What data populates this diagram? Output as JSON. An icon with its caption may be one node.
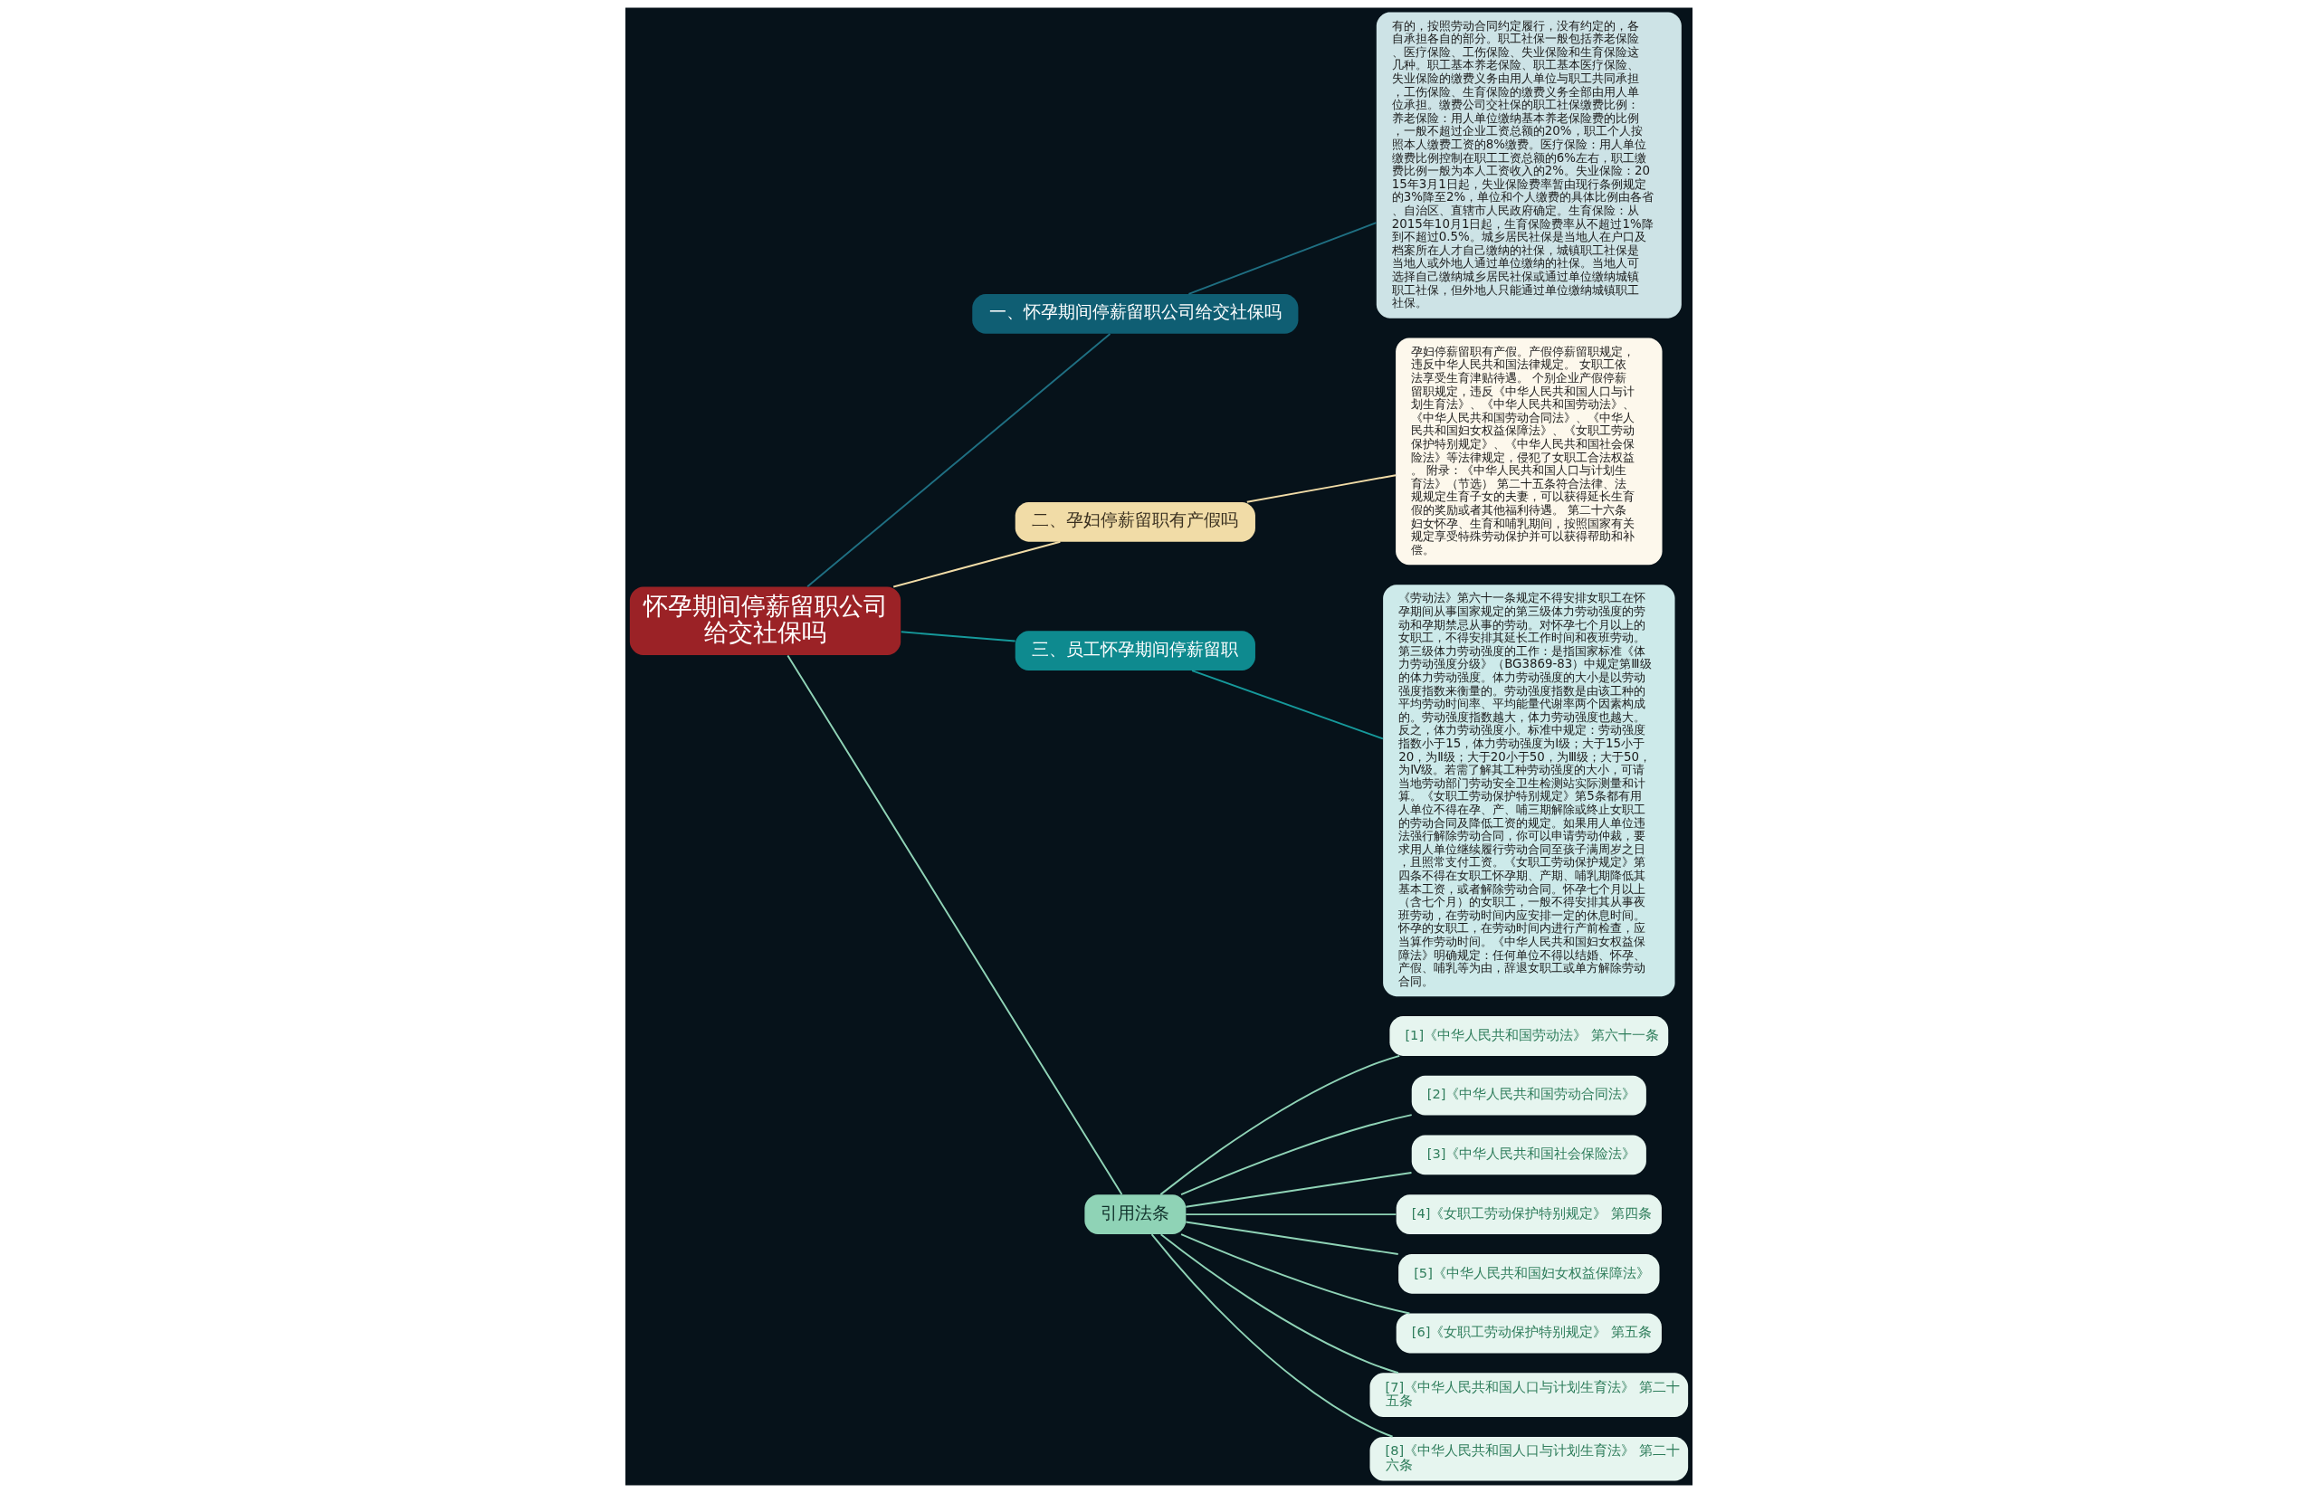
{
  "diagram": {
    "nodes": [
      {
        "text": [
          "怀孕期间停薪留职公司给交社保吗"
        ]
      },
      {
        "text": [
          "一、怀孕期间停薪留职公司给交社保吗"
        ]
      },
      {
        "text": [
          "有的，按照劳动合同约定履行，没有约定的，各自承担各自的部分。职工社保一般包括养老保险、医疗保险、工伤保险、失业保险和生育保险这几种。职工基本养老保险、职工基本医疗保险、失业保险的缴费义务由用人单位与职工共同承担，工伤保险、生育保险的缴费义务全部由用人单位承担。缴费公司交社保的职工社保缴费比例：养老保险：用人单位缴纳基本养老保险费的比例，一般不超过企业工资总额的20%，职工个人按照本人缴费工资的8%缴费。医疗保险：用人单位缴费比例控制在职工工资总额的6%左右，职工缴费比例一般为本人工资收入的2%。失业保险：2015年3月1日起，失业保险费率暂由现行条例规定的3%降至2%，单位和个人缴费的具体比例由各省、自治区、直辖市人民政府确定。生育保险：从2015年10月1日起，生育保险费率从不超过1%降到不超过0.5%。城乡居民社保是当地人在户口及档案所在人才自己缴纳的社保，城镇职工社保是当地人或外地人通过单位缴纳的社保。当地人可选择自己缴纳城乡居民社保或通过单位缴纳城镇职工社保，但外地人只能通过单位缴纳城镇职工社保。"
        ]
      },
      {
        "text": [
          "二、孕妇停薪留职有产假吗"
        ]
      },
      {
        "text": [
          "孕妇停薪留职有产假。产假停薪留职规定，违反中华人民共和国法律规定。 女职工依法享受生育津贴待遇。 个别企业产假停薪留职规定，违反《中华人民共和国人口与计划生育法》、《中华人民共和国劳动法》、《中华人民共和国劳动合同法》、《中华人民共和国妇女权益保障法》、《女职工劳动保护特别规定》、《中华人民共和国社会保险法》等法律规定，侵犯了女职工合法权益。 附录：《中华人民共和国人口与计划生育法》（节选） 第二十五条符合法律、法规规定生育子女的夫妻，可以获得延长生育假的奖励或者其他福利待遇。 第二十六条妇女怀孕、生育和哺乳期间，按照国家有关规定享受特殊劳动保护并可以获得帮助和补偿。"
        ]
      },
      {
        "text": [
          "三、员工怀孕期间停薪留职"
        ]
      },
      {
        "text": [
          "《劳动法》第六十一条规定不得安排女职工在怀孕期间从事国家规定的第三级体力劳动强度的劳动和孕期禁忌从事的劳动。对怀孕七个月以上的女职工，不得安排其延长工作时间和夜班劳动。第三级体力劳动强度的工作：是指国家标准《体力劳动强度分级》（BG3869-83）中规定第Ⅲ级的体力劳动强度。体力劳动强度的大小是以劳动强度指数来衡量的。劳动强度指数是由该工种的平均劳动时间率、平均能量代谢率两个因素构成的。劳动强度指数越大，体力劳动强度也越大。反之，体力劳动强度小。标准中规定：劳动强度指数小于15，体力劳动强度为Ⅰ级；大于15小于20，为Ⅱ级；大于20小于50，为Ⅲ级；大于50，为Ⅳ级。若需了解其工种劳动强度的大小，可请当地劳动部门劳动安全卫生检测站实际测量和计算。《女职工劳动保护特别规定》第5条都有用人单位不得在孕、产、哺三期解除或终止女职工的劳动合同及降低工资的规定。如果用人单位违法强行解除劳动合同，你可以申请劳动仲裁，要求用人单位继续履行劳动合同至孩子满周岁之日，且照常支付工资。《女职工劳动保护规定》第四条不得在女职工怀孕期、产期、哺乳期降低其基本工资，或者解除劳动合同。怀孕七个月以上（含七个月）的女职工，一般不得安排其从事夜班劳动，在劳动时间内应安排一定的休息时间。怀孕的女职工，在劳动时间内进行产前检查，应当算作劳动时间。《中华人民共和国妇女权益保障法》明确规定：任何单位不得以结婚、怀孕、产假、哺乳等为由，辞退女职工或单方解除劳动合同。"
        ]
      },
      {
        "text": [
          "引用法条"
        ]
      },
      {
        "text": [
          "[1]《中华人民共和国劳动法》 第六十一条"
        ]
      },
      {
        "text": [
          "[2]《中华人民共和国劳动合同法》"
        ]
      },
      {
        "text": [
          "[3]《中华人民共和国社会保险法》"
        ]
      },
      {
        "text": [
          "[4]《女职工劳动保护特别规定》 第四条"
        ]
      },
      {
        "text": [
          "[5]《中华人民共和国妇女权益保障法》"
        ]
      },
      {
        "text": [
          "[6]《女职工劳动保护特别规定》 第五条"
        ]
      },
      {
        "text": [
          "[7]《中华人民共和国人口与计划生育法》 第二十五条"
        ]
      },
      {
        "text": [
          "[8]《中华人民共和国人口与计划生育法》 第二十六条"
        ]
      }
    ],
    "edges": [
      {
        "from": 0,
        "to": 1,
        "arrow": "none",
        "color": "#1f6f82"
      },
      {
        "from": 1,
        "to": 2,
        "arrow": "none",
        "color": "#1f6f82"
      },
      {
        "from": 0,
        "to": 3,
        "arrow": "none",
        "color": "#f1dca7"
      },
      {
        "from": 3,
        "to": 4,
        "arrow": "none",
        "color": "#f1dca7"
      },
      {
        "from": 0,
        "to": 5,
        "arrow": "none",
        "color": "#16999b"
      },
      {
        "from": 5,
        "to": 6,
        "arrow": "none",
        "color": "#16999b"
      },
      {
        "from": 0,
        "to": 7,
        "arrow": "none"
      },
      {
        "from": 7,
        "to": 8,
        "arrow": "none"
      },
      {
        "from": 7,
        "to": 9,
        "arrow": "none"
      },
      {
        "from": 7,
        "to": 10,
        "arrow": "none"
      },
      {
        "from": 7,
        "to": 11,
        "arrow": "none"
      },
      {
        "from": 7,
        "to": 12,
        "arrow": "none"
      },
      {
        "from": 7,
        "to": 13,
        "arrow": "none"
      },
      {
        "from": 7,
        "to": 14,
        "arrow": "none"
      },
      {
        "from": 7,
        "to": 15,
        "arrow": "none"
      }
    ]
  }
}
